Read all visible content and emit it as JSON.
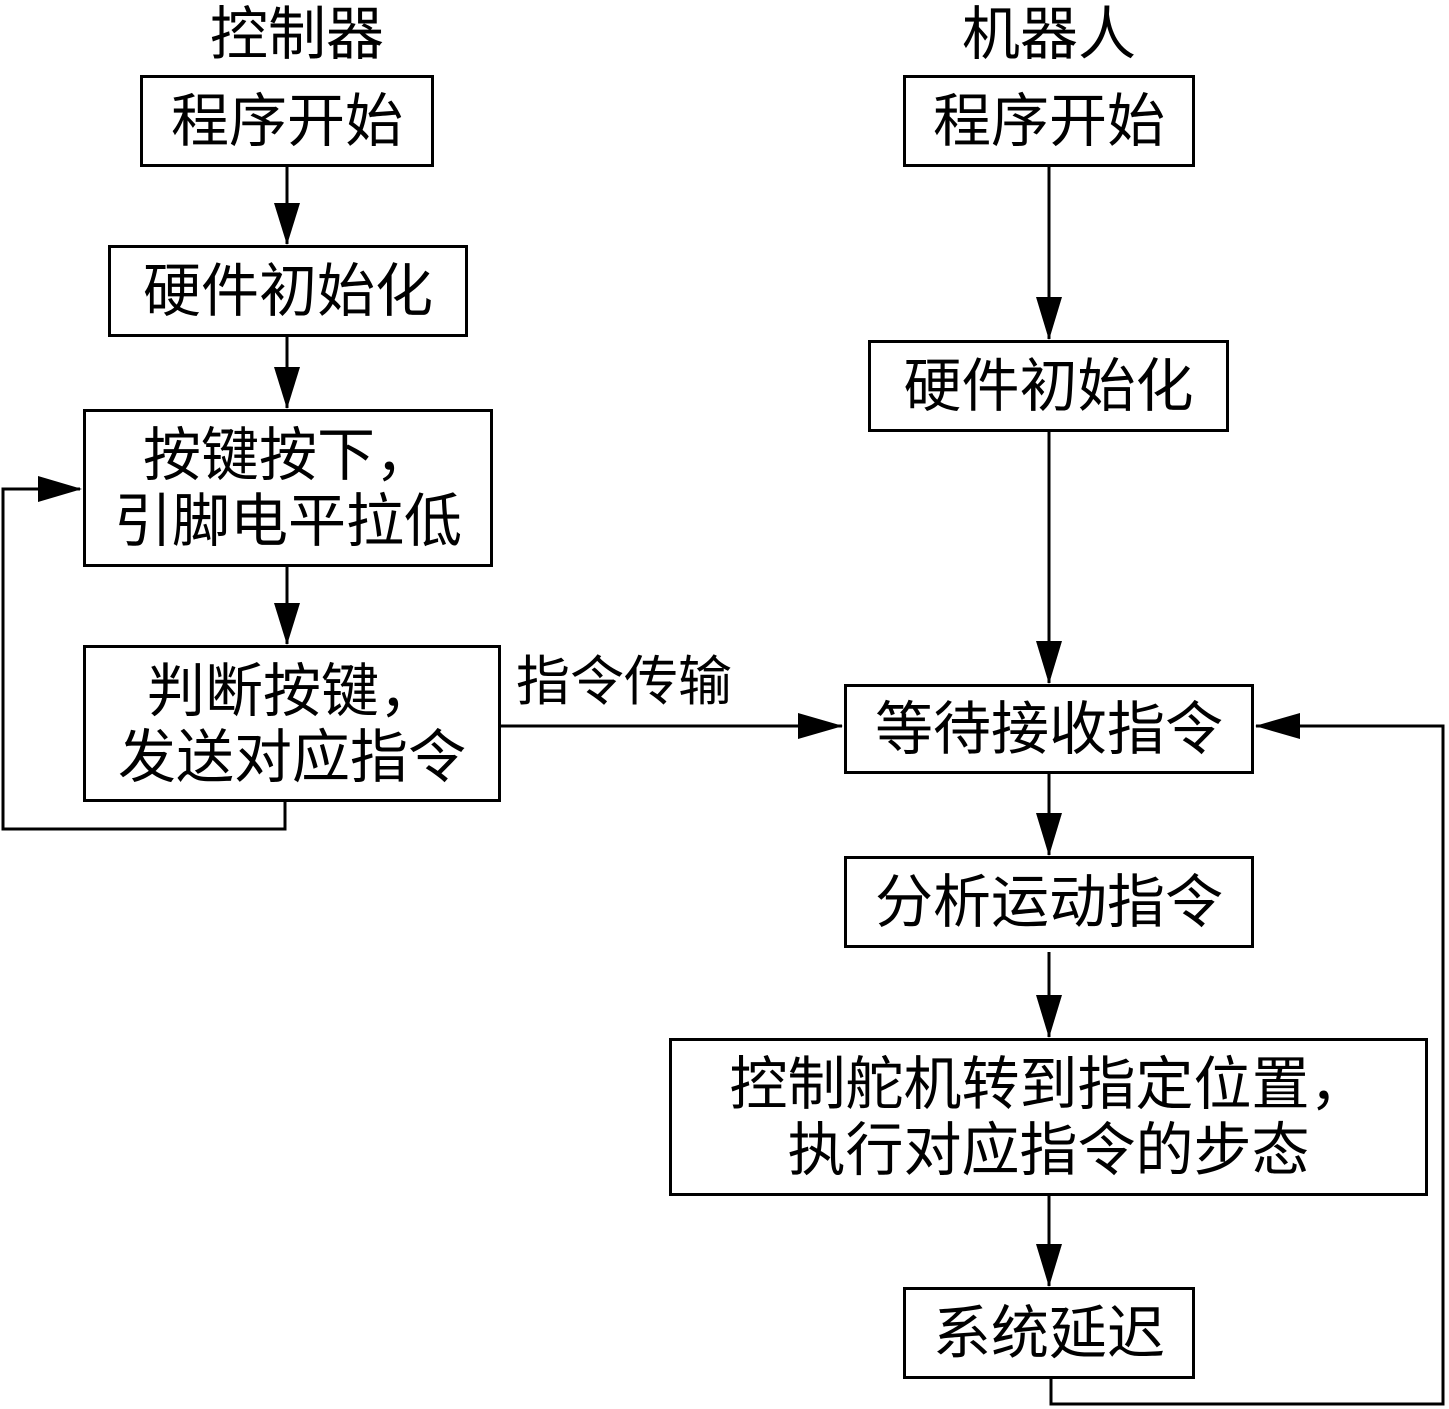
{
  "controller": {
    "title": "控制器",
    "steps": {
      "start": "程序开始",
      "init": "硬件初始化",
      "press_line1": "按键按下，",
      "press_line2": "引脚电平拉低",
      "judge_line1": "判断按键，",
      "judge_line2": "发送对应指令"
    }
  },
  "robot": {
    "title": "机器人",
    "steps": {
      "start": "程序开始",
      "init": "硬件初始化",
      "wait": "等待接收指令",
      "analyze": "分析运动指令",
      "control_line1": "控制舵机转到指定位置，",
      "control_line2": "执行对应指令的步态",
      "delay": "系统延迟"
    }
  },
  "edges": {
    "transmit_label": "指令传输"
  }
}
